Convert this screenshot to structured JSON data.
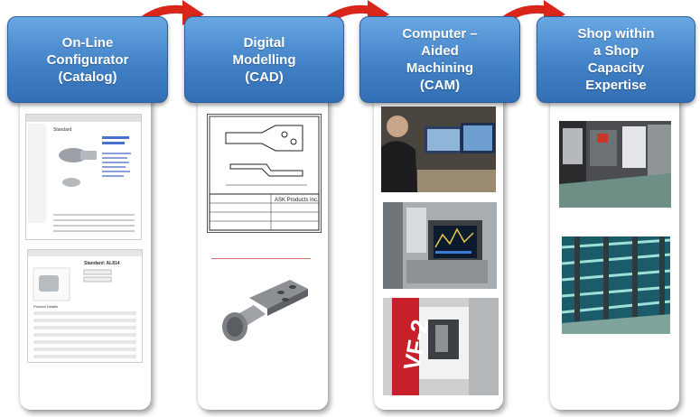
{
  "stages": [
    {
      "title": "On-Line\nConfigurator\n(Catalog)"
    },
    {
      "title": "Digital\nModelling\n(CAD)"
    },
    {
      "title": "Computer –\nAided\nMachining\n(CAM)"
    },
    {
      "title": "Shop within\na Shop\nCapacity\nExpertise"
    }
  ],
  "catalog": {
    "page1_heading": "Standard",
    "page2_heading": "Standard: AL814",
    "product_details": "Product Details"
  },
  "cad": {
    "company": "ASK Products Inc."
  },
  "cam": {
    "machine_label": "VF-2"
  },
  "colors": {
    "header_top": "#69a7e3",
    "header_bottom": "#336fb4",
    "arrow": "#e8331d"
  }
}
